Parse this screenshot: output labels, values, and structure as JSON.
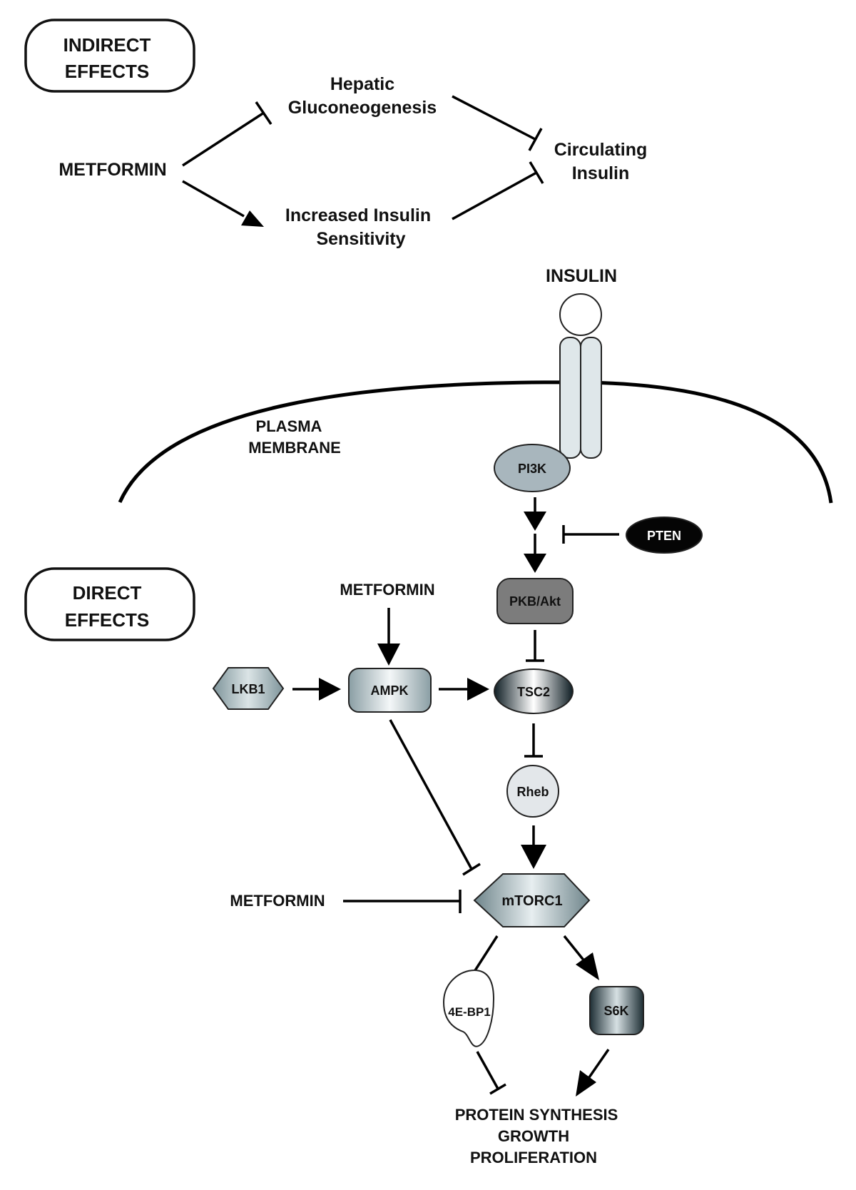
{
  "indirect": {
    "header": [
      "INDIRECT",
      "EFFECTS"
    ],
    "metformin": "METFORMIN",
    "hepatic": [
      "Hepatic",
      "Gluconeogenesis"
    ],
    "sensitivity": [
      "Increased Insulin",
      "Sensitivity"
    ],
    "circulating": [
      "Circulating",
      "Insulin"
    ]
  },
  "cell": {
    "insulin": "INSULIN",
    "membrane": [
      "PLASMA",
      "MEMBRANE"
    ],
    "pi3k": "PI3K",
    "pten": "PTEN",
    "pkb": "PKB/Akt"
  },
  "direct": {
    "header": [
      "DIRECT",
      "EFFECTS"
    ],
    "metformin_top": "METFORMIN",
    "metformin_left": "METFORMIN",
    "lkb1": "LKB1",
    "ampk": "AMPK",
    "tsc2": "TSC2",
    "rheb": "Rheb",
    "mtorc1": "mTORC1",
    "ebp1": "4E-BP1",
    "s6k": "S6K",
    "outcomes": [
      "PROTEIN SYNTHESIS",
      "GROWTH",
      "PROLIFERATION"
    ]
  }
}
